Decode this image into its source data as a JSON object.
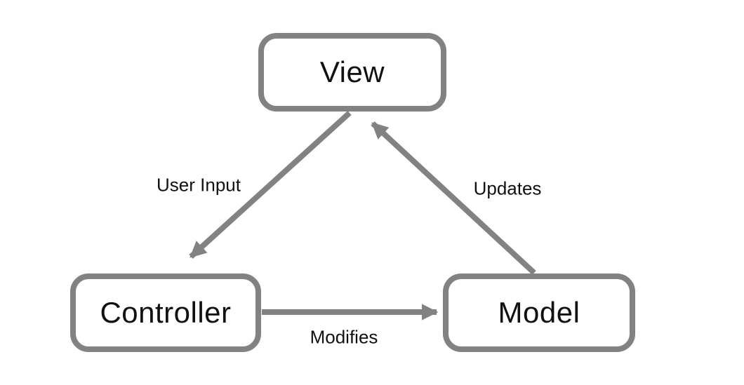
{
  "diagram": {
    "nodes": [
      {
        "id": "view",
        "label": "View"
      },
      {
        "id": "controller",
        "label": "Controller"
      },
      {
        "id": "model",
        "label": "Model"
      }
    ],
    "edges": [
      {
        "from": "view",
        "to": "controller",
        "label": "User Input"
      },
      {
        "from": "model",
        "to": "view",
        "label": "Updates"
      },
      {
        "from": "controller",
        "to": "model",
        "label": "Modifies"
      }
    ],
    "colors": {
      "stroke": "#828282",
      "text": "#111111",
      "background": "#ffffff"
    }
  }
}
